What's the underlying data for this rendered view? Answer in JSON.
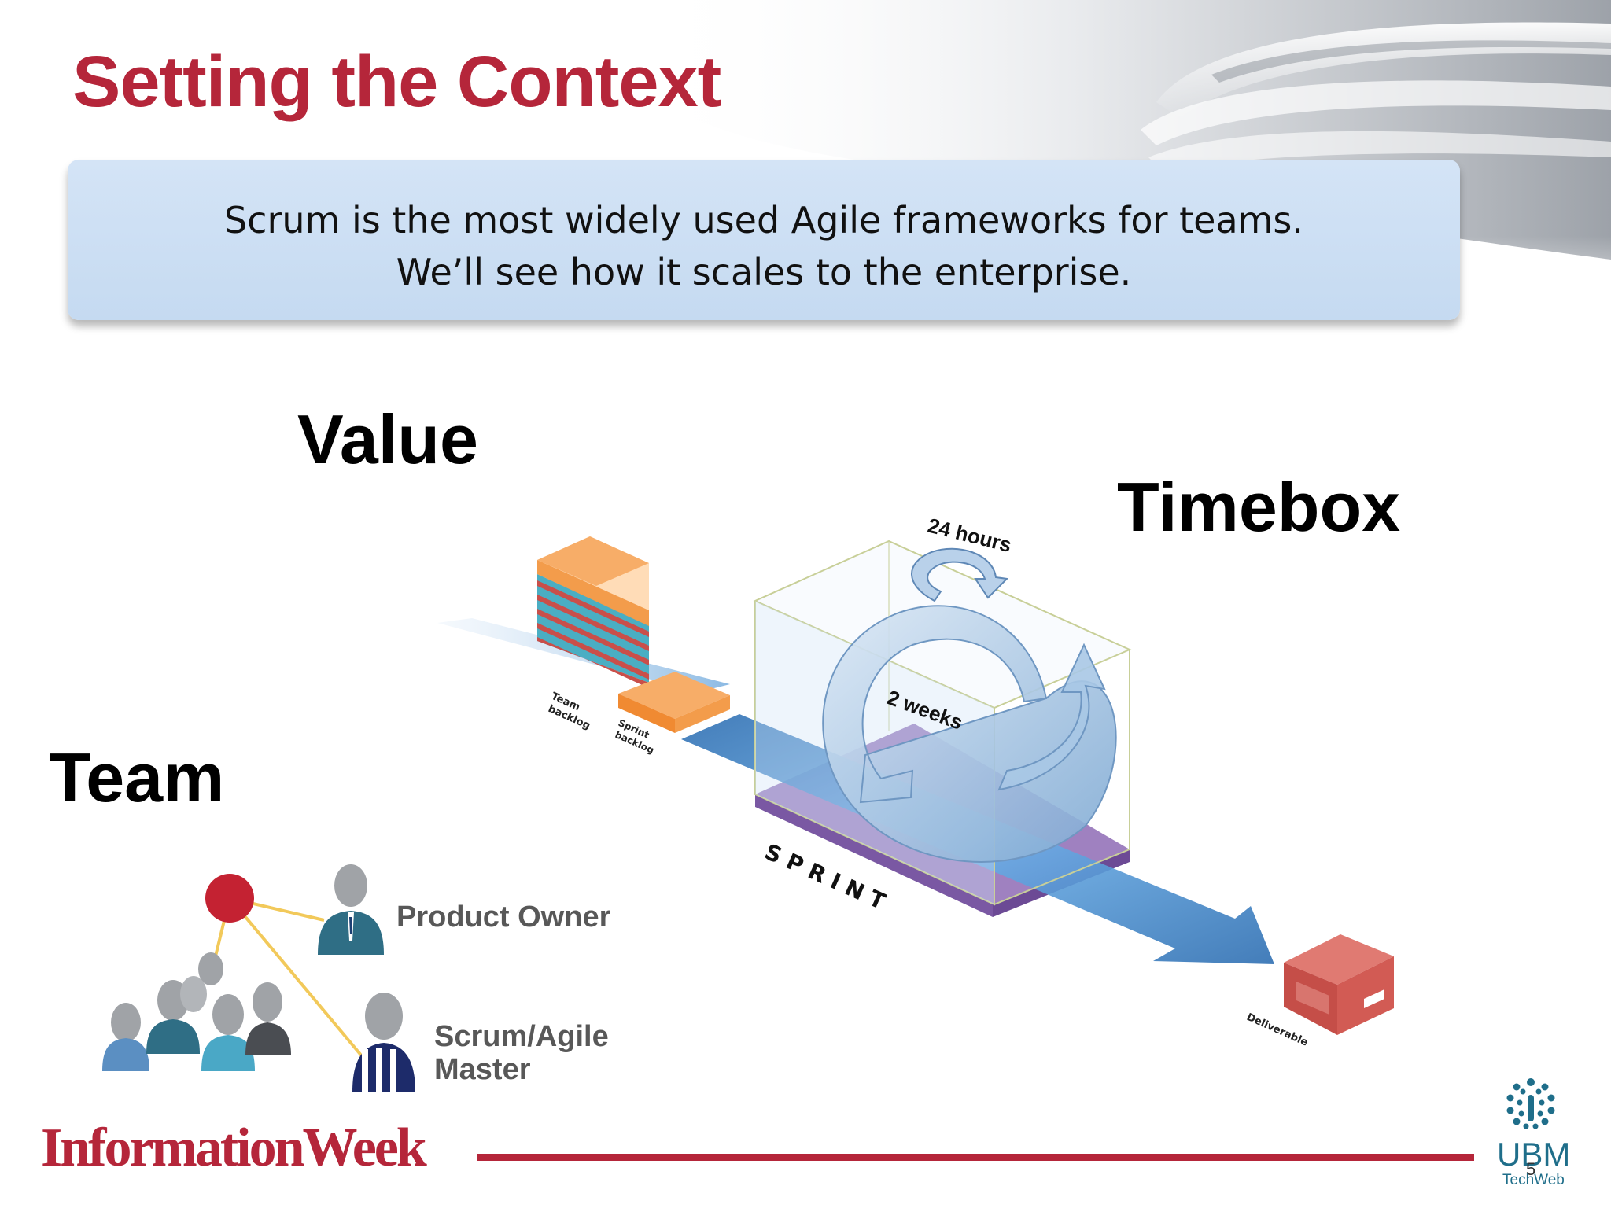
{
  "slide": {
    "title": "Setting the Context",
    "callout": {
      "line1": "Scrum is the most widely used Agile frameworks for teams.",
      "line2": "We’ll see how it scales to the enterprise."
    },
    "labels": {
      "value": "Value",
      "timebox": "Timebox",
      "team": "Team"
    },
    "sprint_diagram": {
      "team_backlog": [
        "Team",
        "backlog"
      ],
      "sprint_backlog": [
        "Sprint",
        "backlog"
      ],
      "daily_cycle": "24 hours",
      "sprint_cycle": "2 weeks",
      "sprint_word": "S P R I N T",
      "deliverable": "Deliverable"
    },
    "team_roles": {
      "product_owner": "Product Owner",
      "master_line1": "Scrum/Agile",
      "master_line2": "Master"
    },
    "footer": {
      "brand": "InformationWeek",
      "publisher": "UBM",
      "publisher_sub": "TechWeb",
      "page_number": "5"
    },
    "colors": {
      "title_red": "#b5263a",
      "callout_blue": "#cfe0f4",
      "backlog_orange": "#f39c4b",
      "backlog_teal": "#4aaec3",
      "sprint_purple": "#8e6bb5",
      "arrow_blue": "#5a9bd5",
      "deliverable_red": "#d25b54",
      "ubm_teal": "#1f6e8a"
    }
  }
}
